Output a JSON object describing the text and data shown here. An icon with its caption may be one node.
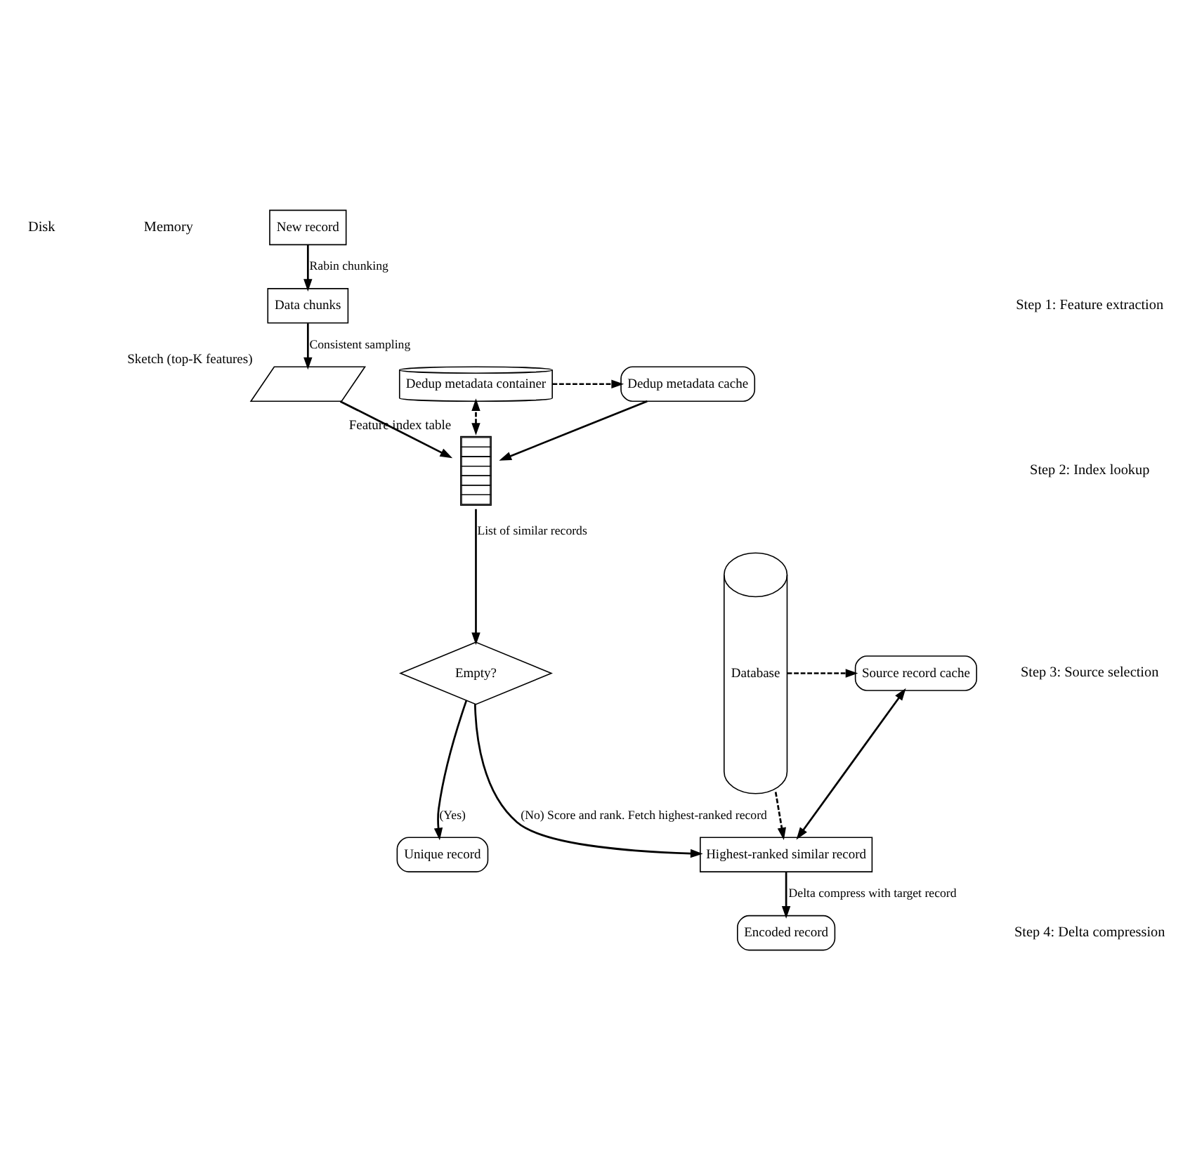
{
  "diagram": {
    "nodes": [
      {
        "text": [
          "New record"
        ]
      },
      {
        "text": [
          "Data chunks"
        ]
      },
      {
        "text": [],
        "shape": "parallelogram",
        "beside": [
          "Sketch (top-K features)"
        ]
      },
      {
        "text": [
          "Dedup metadata container"
        ]
      },
      {
        "text": [
          "Dedup metadata cache"
        ]
      },
      {
        "text": [],
        "shape": "table",
        "beside": [
          "Feature index table"
        ]
      },
      {
        "text": [
          "Empty?"
        ]
      },
      {
        "text": [
          "Unique record"
        ]
      },
      {
        "text": [
          "Database"
        ]
      },
      {
        "text": [
          "Source record cache"
        ]
      },
      {
        "text": [
          "Highest-ranked similar record"
        ]
      },
      {
        "text": [
          "Encoded record"
        ]
      }
    ],
    "edges": [
      {
        "from": 0,
        "to": 1,
        "arrow": "to",
        "label": "Rabin chunking"
      },
      {
        "from": 1,
        "to": 2,
        "arrow": "to",
        "label": "Consistent sampling"
      },
      {
        "from": 2,
        "to": 5,
        "arrow": "to"
      },
      {
        "from": 3,
        "to": 4,
        "arrow": "to",
        "style": "dashed"
      },
      {
        "from": 4,
        "to": 5,
        "arrow": "to"
      },
      {
        "from": 5,
        "to": 3,
        "arrow": "both",
        "style": "dashed"
      },
      {
        "from": 5,
        "to": 6,
        "arrow": "to",
        "label": "List of similar records"
      },
      {
        "from": 6,
        "to": 7,
        "arrow": "to",
        "label": "(Yes)"
      },
      {
        "from": 6,
        "to": 10,
        "arrow": "to",
        "label": "(No) Score and rank. Fetch highest-ranked record"
      },
      {
        "from": 8,
        "to": 9,
        "arrow": "to",
        "style": "dashed"
      },
      {
        "from": 9,
        "to": 10,
        "arrow": "both"
      },
      {
        "from": 8,
        "to": 10,
        "arrow": "to",
        "style": "dashed"
      },
      {
        "from": 10,
        "to": 11,
        "arrow": "to",
        "label": "Delta compress with target record"
      }
    ],
    "labels": [
      "Disk",
      "Memory",
      "Step 1: Feature extraction",
      "Step 2: Index lookup",
      "Step 3: Source selection",
      "Step 4: Delta compression"
    ]
  }
}
